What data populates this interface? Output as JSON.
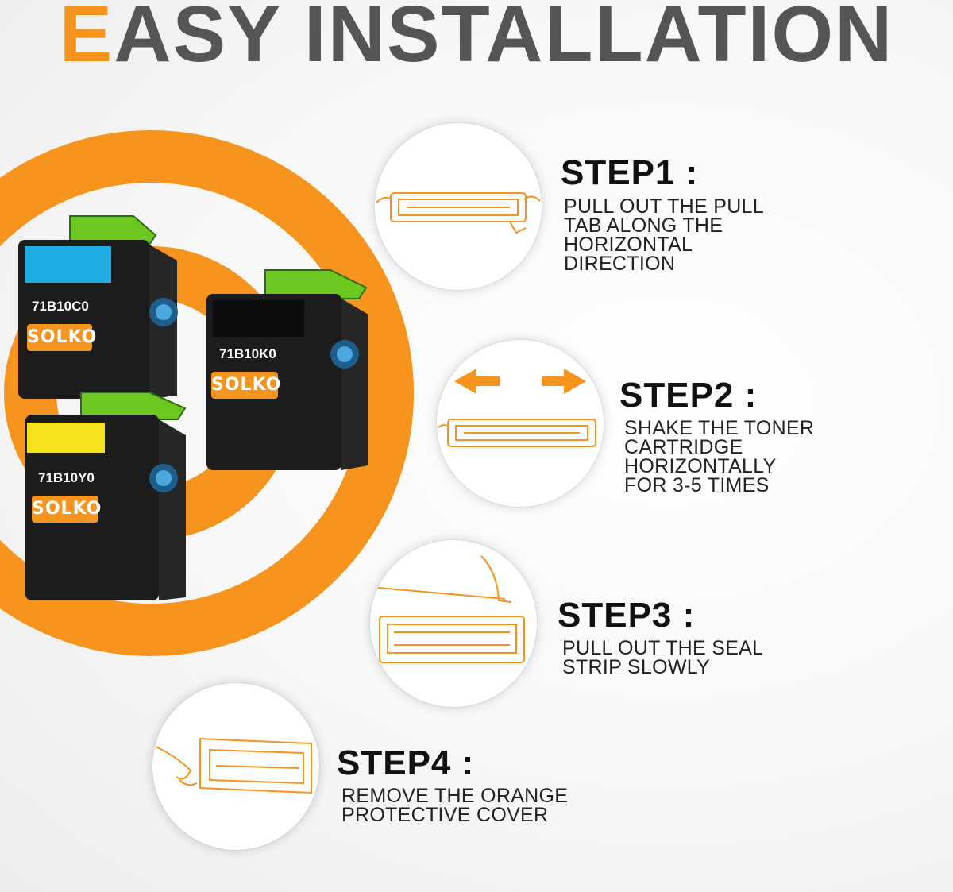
{
  "title": {
    "first_letter": "E",
    "rest": "ASY INSTALLATION"
  },
  "colors": {
    "accent": "#f7941d",
    "title_gray": "#555555",
    "cyan": "#1eaee6",
    "yellow": "#f6e21a",
    "black": "#111111",
    "green": "#6cc81e"
  },
  "cartridges": [
    {
      "code": "71B10C0",
      "brand": "SOLKO",
      "color": "cyan"
    },
    {
      "code": "71B10K0",
      "brand": "SOLKO",
      "color": "black"
    },
    {
      "code": "71B10Y0",
      "brand": "SOLKO",
      "color": "yellow"
    }
  ],
  "steps": [
    {
      "title": "STEP1 :",
      "text": "PULL OUT THE PULL\nTAB ALONG THE\nHORIZONTAL\nDIRECTION",
      "icon": "pull-tab-icon"
    },
    {
      "title": "STEP2 :",
      "text": "SHAKE THE TONER\nCARTRIDGE\nHORIZONTALLY\nFOR 3-5 TIMES",
      "icon": "shake-arrows-icon"
    },
    {
      "title": "STEP3 :",
      "text": "PULL OUT THE SEAL\nSTRIP SLOWLY",
      "icon": "seal-strip-icon"
    },
    {
      "title": "STEP4 :",
      "text": "REMOVE THE ORANGE\nPROTECTIVE COVER",
      "icon": "protective-cover-icon"
    }
  ]
}
